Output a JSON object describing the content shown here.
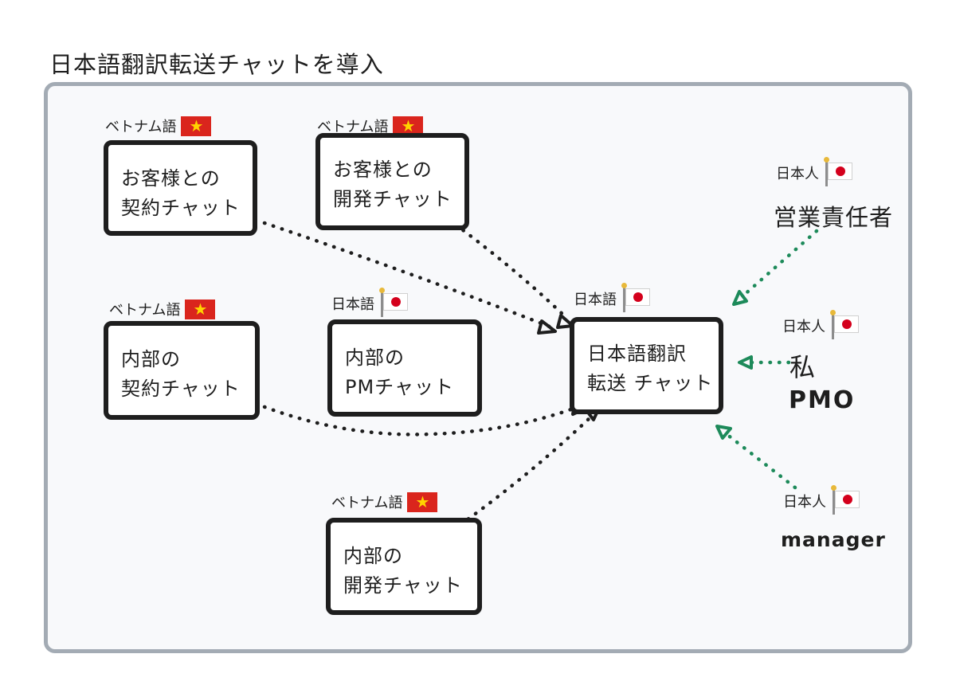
{
  "title": "日本語翻訳転送チャットを導入",
  "hub": {
    "lang": "日本語",
    "lines": [
      "日本語翻訳",
      "転送 チャット"
    ]
  },
  "chats": [
    {
      "id": "customer-contract",
      "lang": "ベトナム語",
      "lines": [
        "お客様との",
        "契約チャット"
      ]
    },
    {
      "id": "customer-dev",
      "lang": "ベトナム語",
      "lines": [
        "お客様との",
        "開発チャット"
      ]
    },
    {
      "id": "internal-contract",
      "lang": "ベトナム語",
      "lines": [
        "内部の",
        "契約チャット"
      ]
    },
    {
      "id": "pm-chat",
      "lang": "日本語",
      "lines": [
        "内部の",
        "PMチャット"
      ]
    },
    {
      "id": "internal-dev",
      "lang": "ベトナム語",
      "lines": [
        "内部の",
        "開発チャット"
      ]
    }
  ],
  "people": [
    {
      "id": "sales",
      "nationality": "日本人",
      "name": "営業責任者",
      "role": ""
    },
    {
      "id": "me",
      "nationality": "日本人",
      "name": "私",
      "role": "PMO"
    },
    {
      "id": "manager",
      "nationality": "日本人",
      "name": "",
      "role": "manager"
    }
  ],
  "icons": {
    "vietnam_flag": "vietnam-flag-icon",
    "japan_flag": "japan-flag-icon"
  },
  "colors": {
    "frame_border": "#a3abb4",
    "frame_bg": "#f8f9fb",
    "box_border": "#1e1e1e",
    "green_arrow": "#1d8a5a",
    "black_arrow": "#1e1e1e",
    "vn_red": "#da251d",
    "vn_star": "#ffd400",
    "jp_red": "#d4001c"
  }
}
